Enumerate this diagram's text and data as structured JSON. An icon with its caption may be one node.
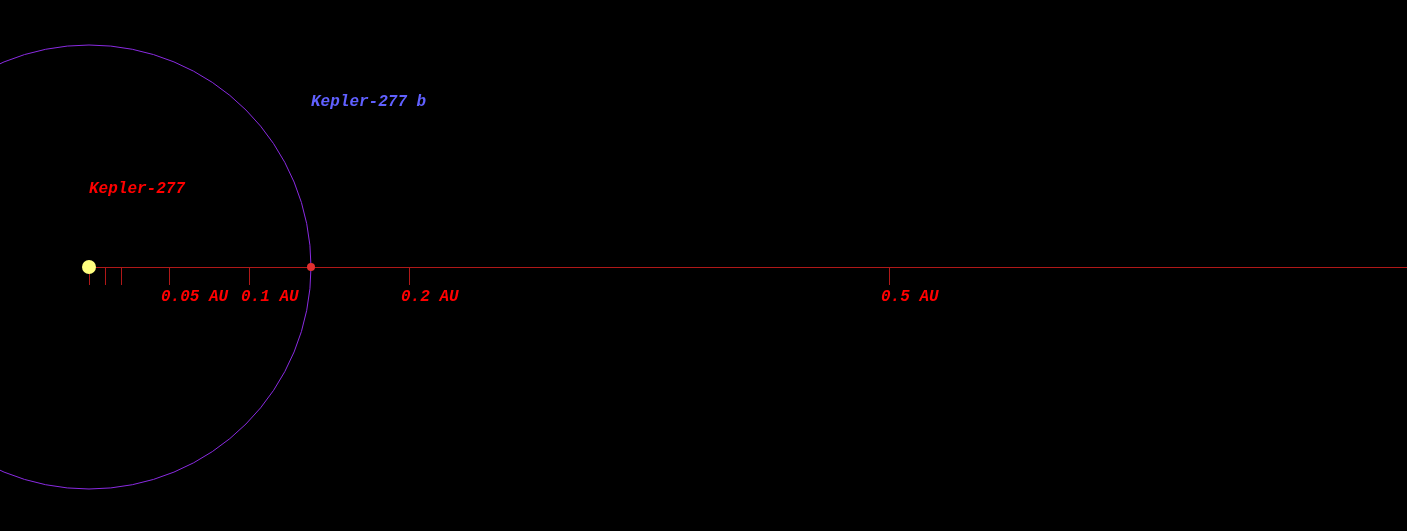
{
  "diagram": {
    "labels": [
      "Kepler-277 b",
      "Kepler-277",
      "0.05 AU",
      "0.1 AU",
      "0.2 AU",
      "0.5 AU"
    ]
  }
}
